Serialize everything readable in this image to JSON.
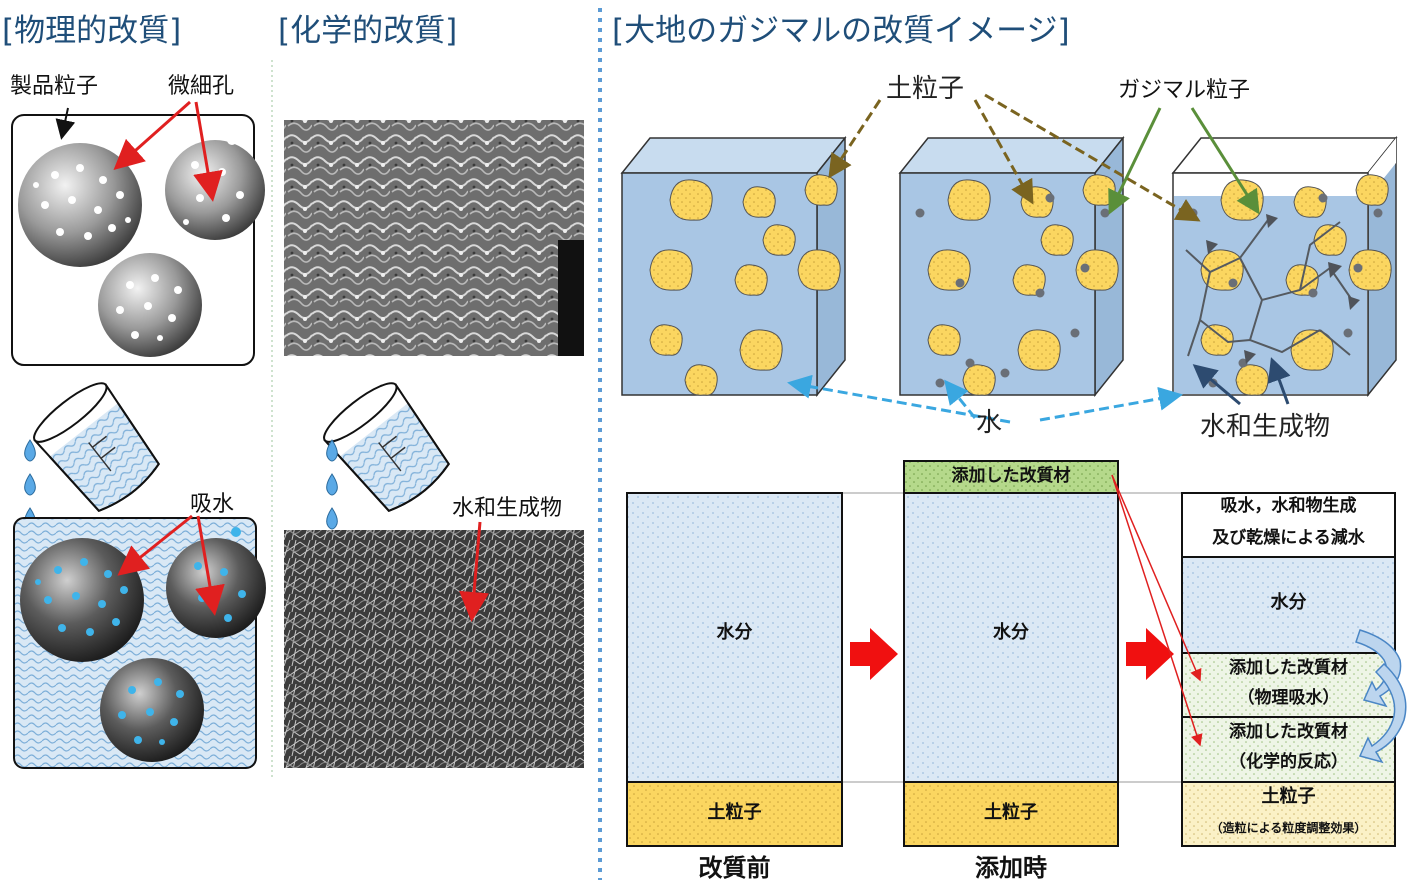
{
  "left": {
    "physical_title": "[物理的改質]",
    "chemical_title": "[化学的改質]",
    "product_particle": "製品粒子",
    "micropore": "微細孔",
    "absorption": "吸水",
    "hydration_product": "水和生成物"
  },
  "right": {
    "image_title": "[大地のガジマルの改質イメージ]",
    "soil_particle": "土粒子",
    "gajimaru_particle": "ガジマル粒子",
    "water": "水",
    "hydration_product": "水和生成物",
    "bars": {
      "before": {
        "water": "水分",
        "soil": "土粒子",
        "caption": "改質前"
      },
      "during": {
        "additive": "添加した改質材",
        "water": "水分",
        "soil": "土粒子",
        "caption": "添加時"
      },
      "after": {
        "reduction_line1": "吸水，水和物生成",
        "reduction_line2": "及び乾燥による減水",
        "water": "水分",
        "physical_line1": "添加した改質材",
        "physical_line2": "（物理吸水）",
        "chemical_line1": "添加した改質材",
        "chemical_line2": "（化学的反応）",
        "soil": "土粒子",
        "soil_note": "（造粒による粒度調整効果）"
      }
    }
  },
  "colors": {
    "title": "#1f4e79",
    "water_fill": "#dbe8f5",
    "cube_water": "#a9c6e4",
    "soil_fill": "#fbd660",
    "additive_fill": "#b5d98b",
    "arrow_red": "#e02020",
    "arrow_water": "#3aa7e0",
    "arrow_soil": "#7a6420",
    "arrow_gajimaru": "#5a8f3a",
    "arrow_hydrate": "#2d4b70",
    "divider": "#5b9bd5"
  }
}
